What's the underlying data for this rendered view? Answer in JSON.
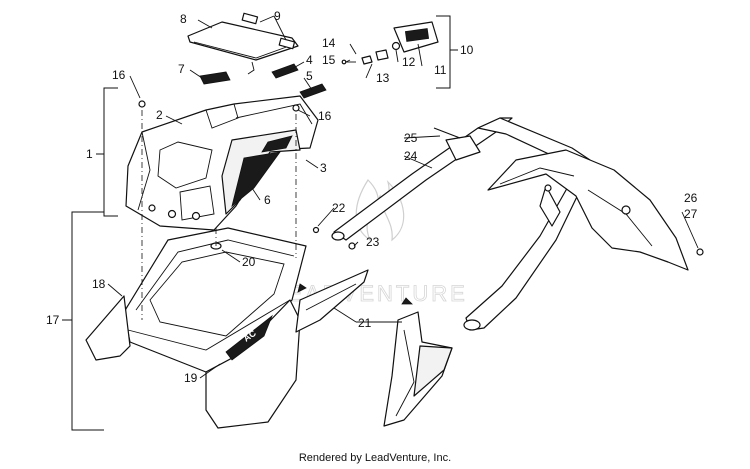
{
  "diagram": {
    "callouts": {
      "c1": "1",
      "c2": "2",
      "c3": "3",
      "c4": "4",
      "c5": "5",
      "c6": "6",
      "c7": "7",
      "c8": "8",
      "c9": "9",
      "c10": "10",
      "c11": "11",
      "c12": "12",
      "c13": "13",
      "c14": "14",
      "c15": "15",
      "c16a": "16",
      "c16b": "16",
      "c17": "17",
      "c18": "18",
      "c19": "19",
      "c20": "20",
      "c21": "21",
      "c22": "22",
      "c23": "23",
      "c24": "24",
      "c25": "25",
      "c26": "26",
      "c27": "27"
    },
    "decal_text": "AC",
    "watermark_text": "LEADVENTURE"
  },
  "footer": {
    "credit": "Rendered by LeadVenture, Inc."
  }
}
